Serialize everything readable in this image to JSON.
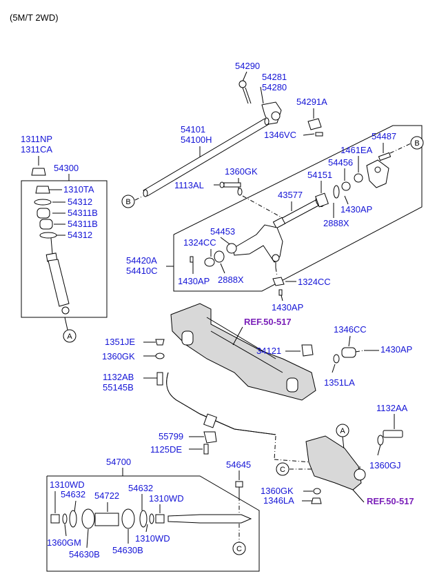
{
  "header": {
    "variant": "(5M/T 2WD)"
  },
  "callout_letters": [
    "A",
    "B",
    "C"
  ],
  "refs": {
    "crossmember": "REF.50-517",
    "lower_arm": "REF.50-517"
  },
  "labels": {
    "p54290": "54290",
    "p54281": "54281",
    "p54280": "54280",
    "p54291A": "54291A",
    "p1346VC": "1346VC",
    "p54101": "54101",
    "p54100H": "54100H",
    "p54487": "54487",
    "p1461EA": "1461EA",
    "p54456": "54456",
    "p54151": "54151",
    "p1360GK_top": "1360GK",
    "p1113AL": "1113AL",
    "p43577": "43577",
    "p1430AP_a": "1430AP",
    "p2888X_a": "2888X",
    "p54453": "54453",
    "p1324CC_a": "1324CC",
    "p54420A": "54420A",
    "p54410C": "54410C",
    "p1430AP_b": "1430AP",
    "p2888X_b": "2888X",
    "p1324CC_b": "1324CC",
    "p1430AP_c": "1430AP",
    "p1311NP": "1311NP",
    "p1311CA": "1311CA",
    "p54300": "54300",
    "p1310TA": "1310TA",
    "p54312_a": "54312",
    "p54311B_a": "54311B",
    "p54311B_b": "54311B",
    "p54312_b": "54312",
    "p1351JE": "1351JE",
    "p1360GK_mid": "1360GK",
    "p34121": "34121",
    "p1346CC": "1346CC",
    "p1430AP_d": "1430AP",
    "p1351LA": "1351LA",
    "p1132AB": "1132AB",
    "p55145B": "55145B",
    "p1132AA": "1132AA",
    "p1360GJ": "1360GJ",
    "p55799": "55799",
    "p1125DE": "1125DE",
    "p54645": "54645",
    "p1360GK_low": "1360GK",
    "p1346LA": "1346LA",
    "p54700": "54700",
    "p1310WD_a": "1310WD",
    "p54632_a": "54632",
    "p54722": "54722",
    "p54632_b": "54632",
    "p1310WD_b": "1310WD",
    "p1360GM": "1360GM",
    "p54630B_a": "54630B",
    "p54630B_b": "54630B",
    "p1310WD_c": "1310WD"
  }
}
